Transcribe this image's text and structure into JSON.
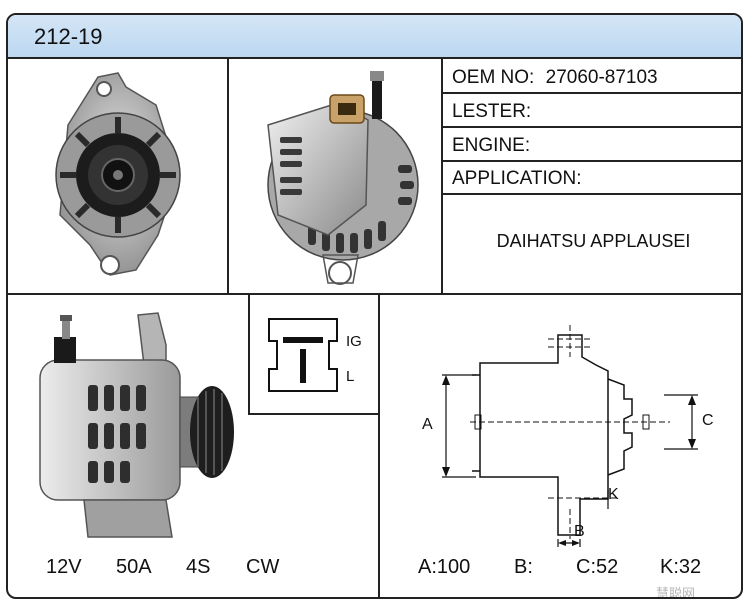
{
  "header": {
    "title": "212-19"
  },
  "info": {
    "oem_label": "OEM NO:",
    "oem_value": "27060-87103",
    "lester_label": "LESTER:",
    "engine_label": "ENGINE:",
    "application_label": "APPLICATION:",
    "application_value": "DAIHATSU APPLAUSEI"
  },
  "connector": {
    "pin_ig": "IG",
    "pin_l": "L"
  },
  "dimension_labels": {
    "a": "A",
    "b": "B",
    "c": "C",
    "k": "K"
  },
  "specs": {
    "voltage": "12V",
    "amperage": "50A",
    "pulley": "4S",
    "rotation": "CW"
  },
  "dimensions": {
    "a": "A:100",
    "b": "B:",
    "c": "C:52",
    "k": "K:32"
  },
  "watermark": "慧聪网"
}
